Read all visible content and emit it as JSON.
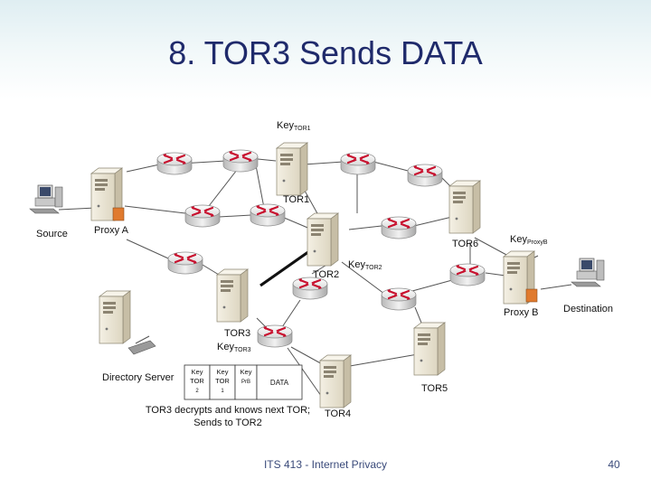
{
  "slide": {
    "title": "8. TOR3 Sends DATA",
    "footer": "ITS 413 - Internet Privacy",
    "page_number": "40"
  },
  "diagram": {
    "labels": {
      "source": "Source",
      "proxy_a": "Proxy A",
      "tor1": "TOR1",
      "tor2": "TOR2",
      "tor3": "TOR3",
      "tor4": "TOR4",
      "tor5": "TOR5",
      "tor6": "TOR6",
      "proxy_b": "Proxy B",
      "destination": "Destination",
      "directory_server": "Directory Server"
    },
    "keys": {
      "tor1": {
        "base": "Key",
        "sub": "TOR1"
      },
      "tor2": {
        "base": "Key",
        "sub": "TOR2"
      },
      "tor3": {
        "base": "Key",
        "sub": "TOR3"
      },
      "proxy_b": {
        "base": "Key",
        "sub": "ProxyB"
      }
    },
    "packet": {
      "cells": [
        {
          "line1": "Key",
          "line2": "TOR",
          "line3": "2"
        },
        {
          "line1": "Key",
          "line2": "TOR",
          "line3": "1"
        },
        {
          "line1": "Key",
          "line2": "PrB",
          "line3": ""
        }
      ],
      "data_label": "DATA"
    },
    "caption": {
      "line1": "TOR3 decrypts and knows next TOR;",
      "line2": "Sends to TOR2"
    },
    "colors": {
      "router_red": "#c8102e",
      "server_tan": "#e6e0cf",
      "active_link": "#111111",
      "link": "#555555",
      "title": "#1f2a6b"
    }
  }
}
